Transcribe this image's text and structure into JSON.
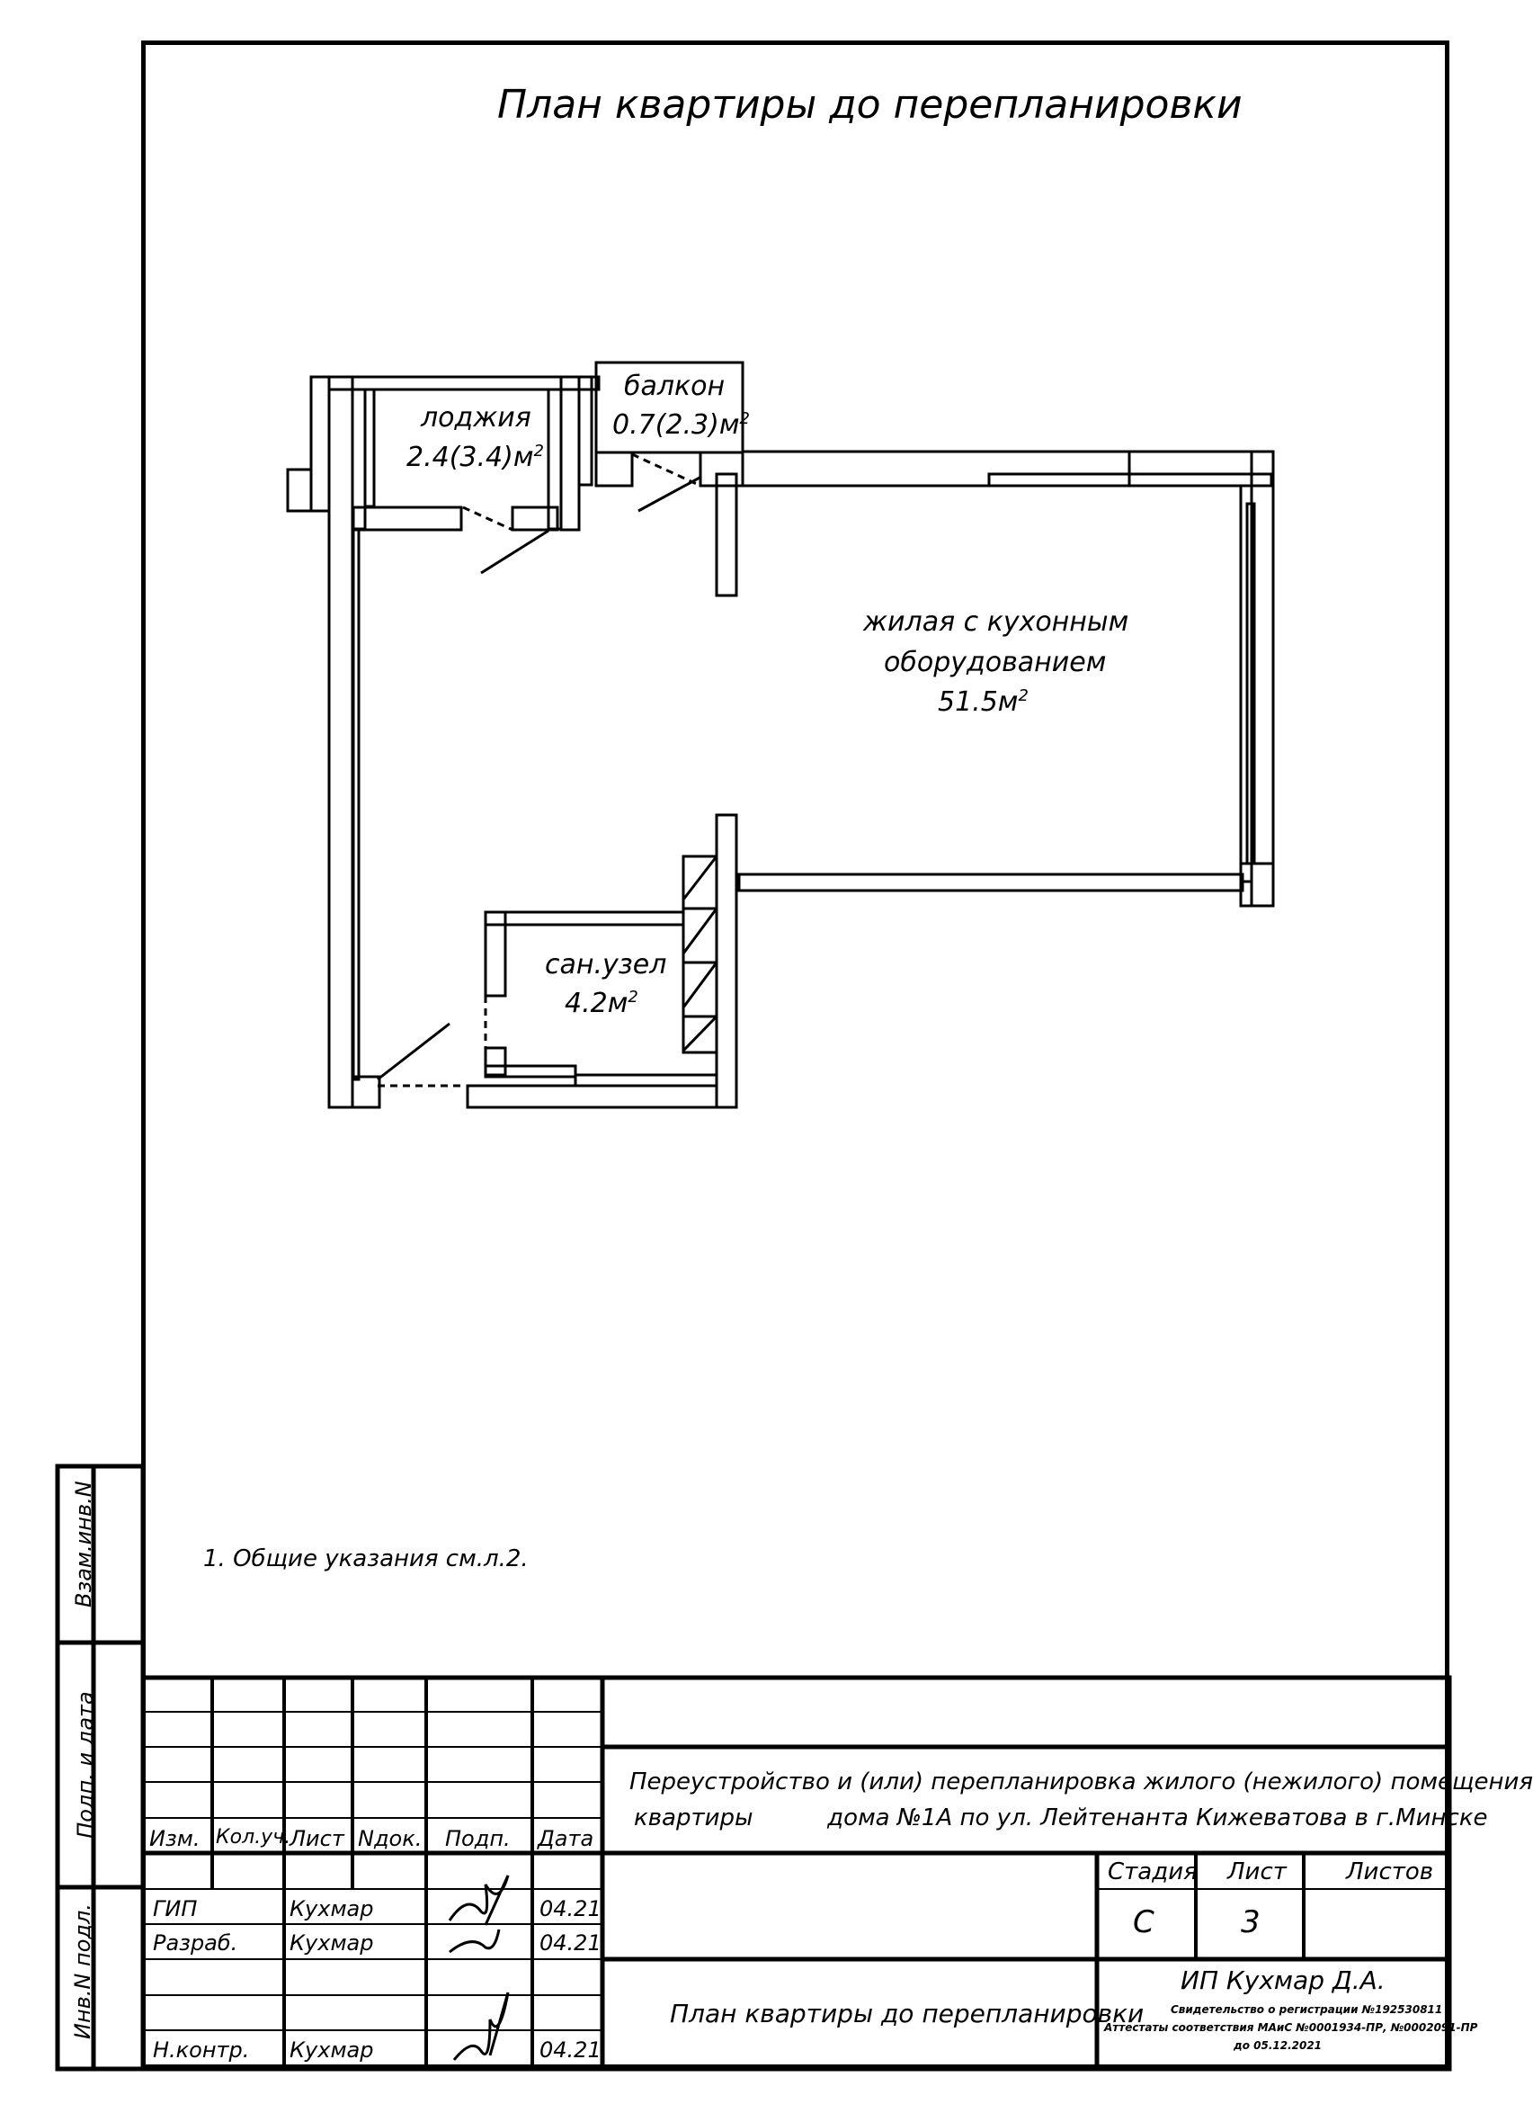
{
  "sheet": {
    "title": "План квартиры до перепланировки",
    "note": "1.  Общие указания см.л.2."
  },
  "rooms": {
    "loggia": {
      "name": "лоджия",
      "area": "2.4(3.4)м",
      "sup": "2"
    },
    "balcony": {
      "name": "балкон",
      "area": "0.7(2.3)м",
      "sup": "2"
    },
    "living": {
      "line1": "жилая с кухонным",
      "line2": "оборудованием",
      "area": "51.5м",
      "sup": "2"
    },
    "bath": {
      "name": "сан.узел",
      "area": "4.2м",
      "sup": "2"
    }
  },
  "side_stamp": {
    "vzam": "Взам.инв.N",
    "podp_data": "Подп. и дата",
    "inv_podl": "Инв.N подл."
  },
  "title_block": {
    "headers": {
      "izm": "Изм.",
      "kol": "Кол.уч.",
      "list": "Лист",
      "ndok": "Nдок.",
      "podp": "Подп.",
      "data": "Дата"
    },
    "people": [
      {
        "role": "ГИП",
        "name": "Кухмар",
        "date": "04.21"
      },
      {
        "role": "Разраб.",
        "name": "Кухмар",
        "date": "04.21"
      },
      {
        "role": "Н.контр.",
        "name": "Кухмар",
        "date": "04.21"
      }
    ],
    "project_line1": "Переустройство и (или) перепланировка жилого (нежилого) помещения",
    "project_line2": "квартиры          дома №1А по ул. Лейтенанта Кижеватова в г.Минске",
    "sheet_name": "План квартиры до перепланировки",
    "stadia_label": "Стадия",
    "list_label": "Лист",
    "listov_label": "Листов",
    "stadia_value": "С",
    "list_value": "3",
    "listov_value": "",
    "company": "ИП Кухмар Д.А.",
    "company_line2": "Свидетельство о регистрации №192530811",
    "company_line3": "Аттестаты соответствия МАиС №0001934-ПР, №0002091-ПР",
    "company_line4": "до 05.12.2021"
  }
}
